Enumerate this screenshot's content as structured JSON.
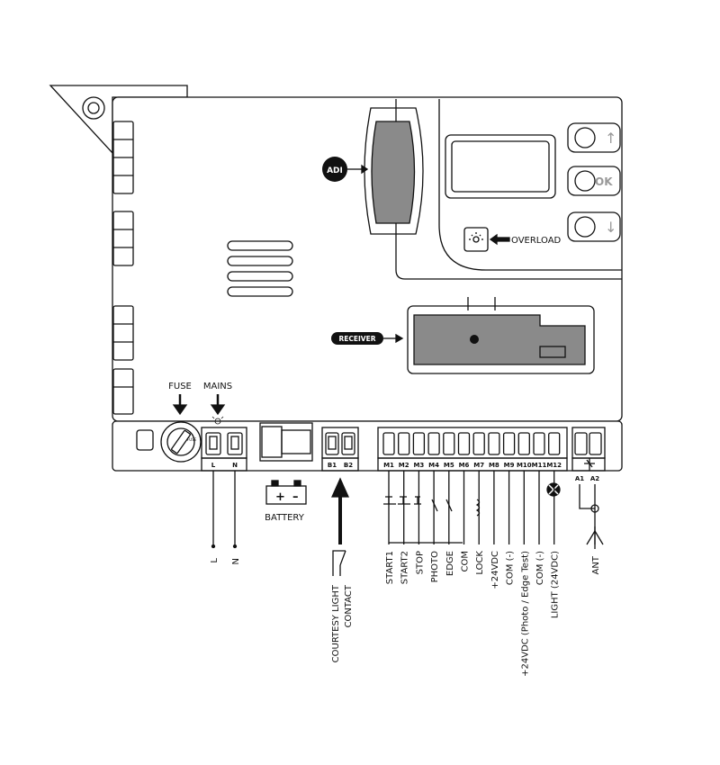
{
  "labels": {
    "fuse": "FUSE",
    "mains": "MAINS",
    "adi": "ADI",
    "overload": "OVERLOAD",
    "receiver": "RECEIVER",
    "battery": "BATTERY",
    "fuse_mark": "FUSE",
    "btn_ok": "OK",
    "courtesy_light": "COURTESY LIGHT",
    "contact": "CONTACT",
    "battery_plus": "+",
    "battery_minus": "–"
  },
  "mains_terminals": [
    {
      "label": "L",
      "wire": "L"
    },
    {
      "label": "N",
      "wire": "N"
    }
  ],
  "battery_terminals": [
    {
      "label": "B1"
    },
    {
      "label": "B2"
    }
  ],
  "m_terminals": [
    {
      "label": "M1",
      "wire": "START1"
    },
    {
      "label": "M2",
      "wire": "START2"
    },
    {
      "label": "M3",
      "wire": "STOP"
    },
    {
      "label": "M4",
      "wire": "PHOTO"
    },
    {
      "label": "M5",
      "wire": "EDGE"
    },
    {
      "label": "M6",
      "wire": "COM"
    },
    {
      "label": "M7",
      "wire": "LOCK"
    },
    {
      "label": "M8",
      "wire": "+24VDC"
    },
    {
      "label": "M9",
      "wire": "COM (-)"
    },
    {
      "label": "M10",
      "wire": "+24VDC (Photo / Edge Test)"
    },
    {
      "label": "M11",
      "wire": "COM (-)"
    },
    {
      "label": "M12",
      "wire": "LIGHT (24VDC)"
    }
  ],
  "antenna_terminals": [
    {
      "label": "A1"
    },
    {
      "label": "A2"
    }
  ],
  "antenna_wire": "ANT"
}
